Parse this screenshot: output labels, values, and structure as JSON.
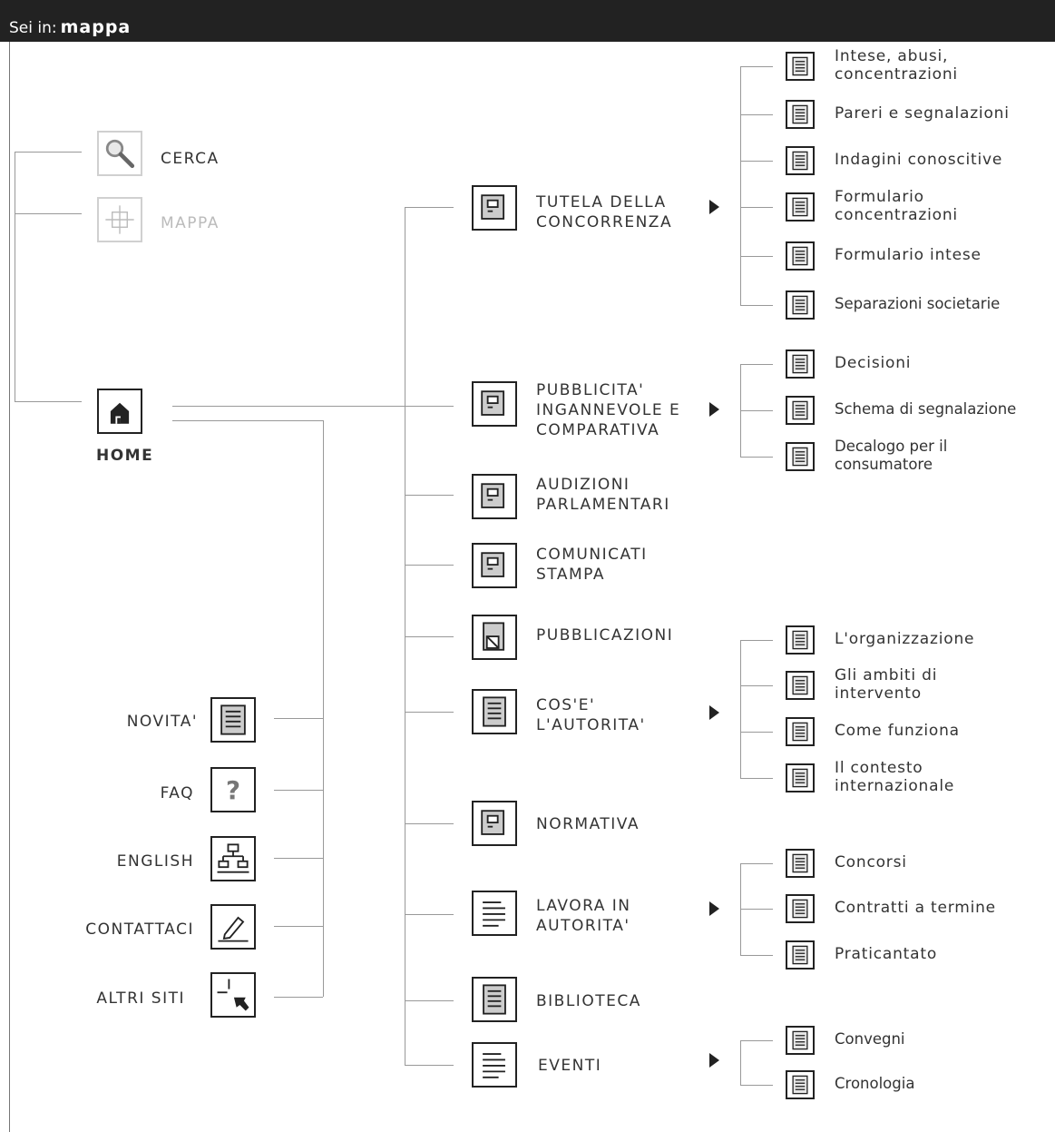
{
  "breadcrumb": {
    "prefix": "Sei in:",
    "current": "mappa"
  },
  "utility": {
    "search": "CERCA",
    "map": "MAPPA"
  },
  "home": {
    "label": "HOME"
  },
  "sidebar": {
    "news": "NOVITA'",
    "faq": "FAQ",
    "english": "ENGLISH",
    "contact": "CONTATTACI",
    "other_sites": "ALTRI SITI"
  },
  "main": {
    "tutela": {
      "line1": "TUTELA DELLA",
      "line2": "CONCORRENZA",
      "sub": [
        "Intese, abusi,|concentrazioni",
        "Pareri e segnalazioni",
        "Indagini conoscitive",
        "Formulario|concentrazioni",
        "Formulario intese",
        "Separazioni societarie"
      ]
    },
    "pubblicita": {
      "line1": "PUBBLICITA'",
      "line2": "INGANNEVOLE E",
      "line3": "COMPARATIVA",
      "sub": [
        "Decisioni",
        "Schema di segnalazione",
        "Decalogo per il|consumatore"
      ]
    },
    "audizioni": {
      "line1": "AUDIZIONI",
      "line2": "PARLAMENTARI"
    },
    "comunicati": {
      "line1": "COMUNICATI",
      "line2": "STAMPA"
    },
    "pubblicazioni": {
      "line1": "PUBBLICAZIONI"
    },
    "autorita": {
      "line1": "COS'E'",
      "line2": "L'AUTORITA'",
      "sub": [
        "L'organizzazione",
        "Gli ambiti di|intervento",
        "Come funziona",
        "Il contesto|internazionale"
      ]
    },
    "normativa": {
      "line1": "NORMATIVA"
    },
    "lavora": {
      "line1": "LAVORA IN",
      "line2": "AUTORITA'",
      "sub": [
        "Concorsi",
        "Contratti a termine",
        "Praticantato"
      ]
    },
    "biblioteca": {
      "line1": "BIBLIOTECA"
    },
    "eventi": {
      "line1": "EVENTI",
      "sub": [
        "Convegni",
        "Cronologia"
      ]
    }
  }
}
